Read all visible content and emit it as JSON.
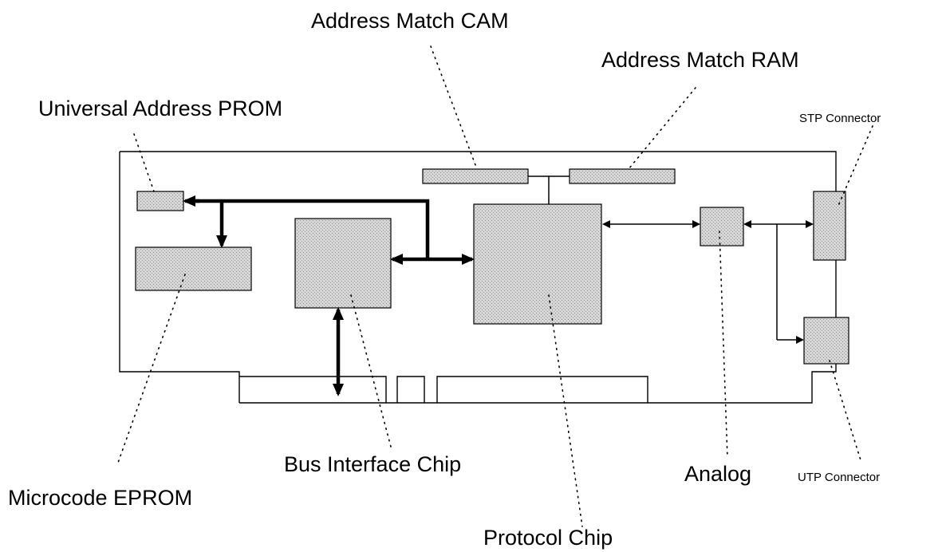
{
  "diagram": {
    "labels": {
      "address_match_cam": "Address Match CAM",
      "address_match_ram": "Address Match RAM",
      "universal_address_prom": "Universal Address PROM",
      "stp_connector": "STP Connector",
      "microcode_eprom": "Microcode EPROM",
      "bus_interface_chip": "Bus Interface Chip",
      "protocol_chip": "Protocol Chip",
      "analog": "Analog",
      "utp_connector": "UTP Connector"
    },
    "colors": {
      "chip_fill": "#c8c8c8",
      "line": "#000000",
      "background": "#ffffff"
    }
  }
}
